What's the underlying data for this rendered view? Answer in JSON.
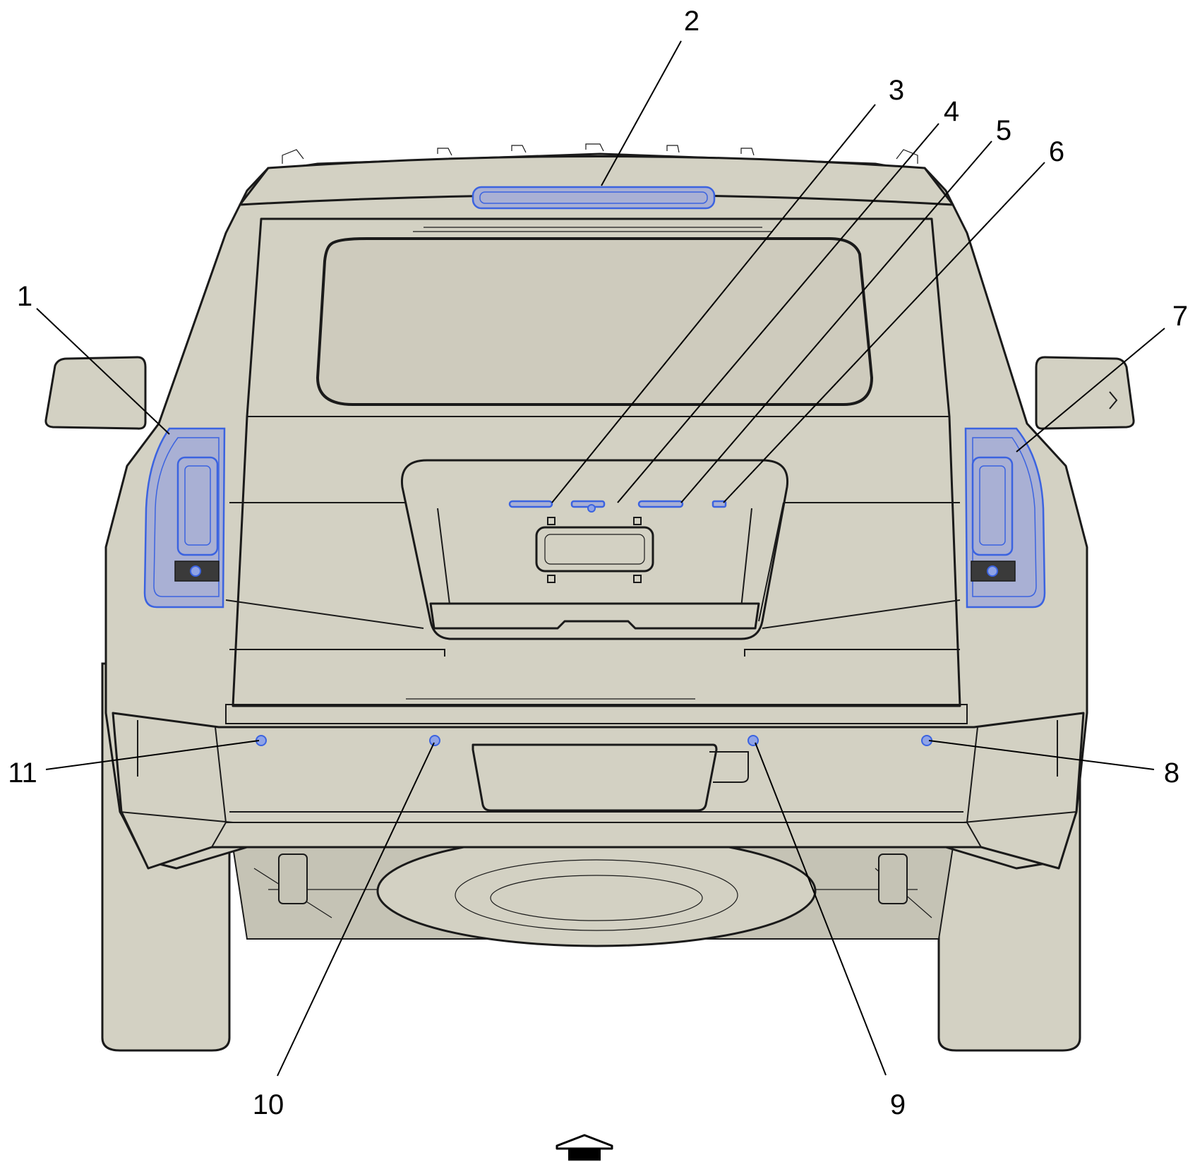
{
  "diagram": {
    "callouts": [
      {
        "id": 1,
        "label": "1"
      },
      {
        "id": 2,
        "label": "2"
      },
      {
        "id": 3,
        "label": "3"
      },
      {
        "id": 4,
        "label": "4"
      },
      {
        "id": 5,
        "label": "5"
      },
      {
        "id": 6,
        "label": "6"
      },
      {
        "id": 7,
        "label": "7"
      },
      {
        "id": 8,
        "label": "8"
      },
      {
        "id": 9,
        "label": "9"
      },
      {
        "id": 10,
        "label": "10"
      },
      {
        "id": 11,
        "label": "11"
      }
    ],
    "highlight_color": "#3b63e0",
    "body_color": "#d3d1c3",
    "front_indicator_icon": "arrow-up-icon"
  }
}
